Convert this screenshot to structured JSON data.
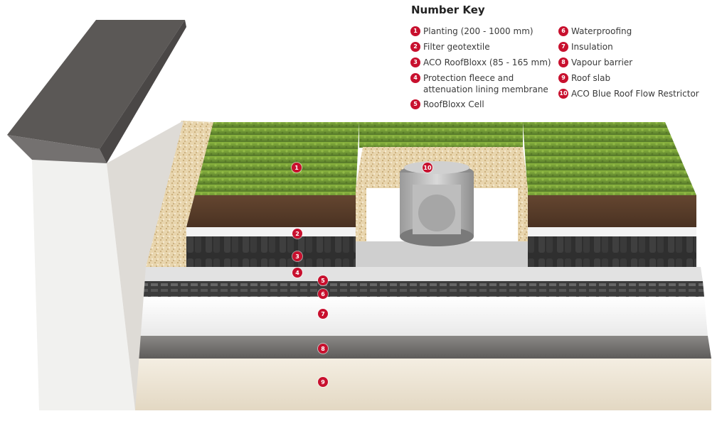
{
  "key": {
    "title": "Number Key",
    "items": [
      {
        "num": "1",
        "label": "Planting (200 - 1000 mm)"
      },
      {
        "num": "2",
        "label": "Filter geotextile"
      },
      {
        "num": "3",
        "label": "ACO RoofBloxx (85 - 165 mm)"
      },
      {
        "num": "4",
        "label": "Protection fleece and\nattenuation lining membrane"
      },
      {
        "num": "5",
        "label": "RoofBloxx Cell"
      },
      {
        "num": "6",
        "label": "Waterproofing"
      },
      {
        "num": "7",
        "label": "Insulation"
      },
      {
        "num": "8",
        "label": "Vapour barrier"
      },
      {
        "num": "9",
        "label": "Roof slab"
      },
      {
        "num": "10",
        "label": "ACO Blue Roof Flow Restrictor"
      }
    ]
  },
  "markers": [
    "1",
    "2",
    "3",
    "4",
    "5",
    "6",
    "7",
    "8",
    "9",
    "10"
  ],
  "colors": {
    "badge": "#c8102e",
    "planting": "#6f9a2f",
    "soil": "#5a3e2b",
    "gravel": "#e6d2a8",
    "roof_slab": "#eee6d6",
    "parapet_cap": "#5b5856"
  }
}
